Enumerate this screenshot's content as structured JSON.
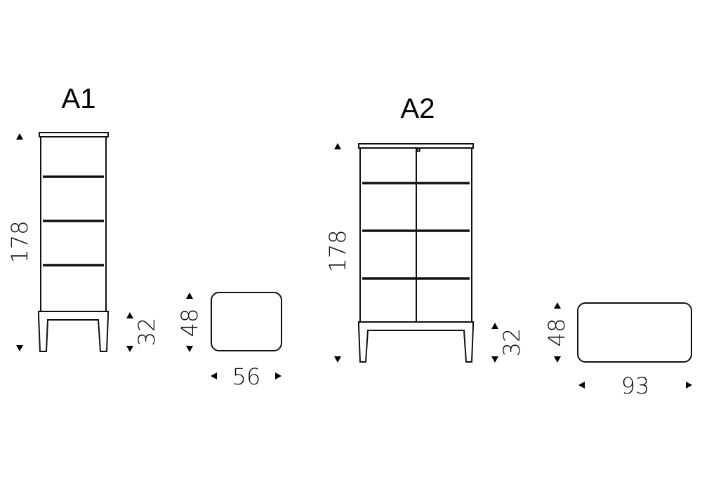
{
  "models": [
    {
      "title": "A1",
      "height": "178",
      "leg_height": "32",
      "depth": "48",
      "width": "56"
    },
    {
      "title": "A2",
      "height": "178",
      "leg_height": "32",
      "depth": "48",
      "width": "93"
    }
  ],
  "colors": {
    "line": "#111111",
    "background": "#ffffff"
  }
}
